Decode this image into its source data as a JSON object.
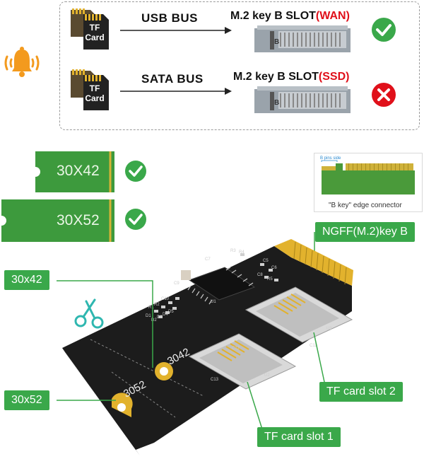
{
  "top_panel": {
    "row1": {
      "card_line1": "TF",
      "card_line2": "Card",
      "bus": "USB  BUS",
      "slot_prefix": "M.2 key B SLOT",
      "slot_paren": "(WAN)",
      "m2_label": "B",
      "status": "supported"
    },
    "row2": {
      "card_line1": "TF",
      "card_line2": "Card",
      "bus": "SATA  BUS",
      "slot_prefix": "M.2 key B SLOT",
      "slot_paren": "(SSD)",
      "m2_label": "B",
      "status": "not-supported"
    }
  },
  "modules": [
    {
      "label": "30X42",
      "status": "supported"
    },
    {
      "label": "30X52",
      "status": "supported"
    }
  ],
  "connector": {
    "pins_label": "B pins side",
    "caption": "\"B key\"  edge connector"
  },
  "callouts": {
    "ngff": "NGFF(M.2)key B",
    "size_42": "30x42",
    "size_52": "30x52",
    "tf_slot_2": "TF card slot 2",
    "tf_slot_1": "TF card slot 1"
  },
  "pcb": {
    "mark_3042": "3042",
    "mark_3052": "3052",
    "silk": {
      "c5": "C5",
      "c6": "C6",
      "c7": "C7",
      "c8": "C8",
      "c9": "C9",
      "c10": "C10",
      "c11": "C11",
      "c12": "C12",
      "c13": "C13",
      "r1": "R1",
      "r2": "R2",
      "r3": "R3",
      "r4": "R4",
      "r5": "R5",
      "u1": "U1",
      "u2": "U2",
      "u3": "U3",
      "d1": "D1",
      "d2": "D2",
      "d3": "D3",
      "d4": "D4",
      "d5": "D5"
    }
  },
  "colors": {
    "accent_green": "#3aa84a",
    "error_red": "#e0101a",
    "pcb_black": "#1c1c1c",
    "gold": "#e2b22d",
    "module_green": "#3d9a3d",
    "bell_orange": "#f39a1e"
  }
}
